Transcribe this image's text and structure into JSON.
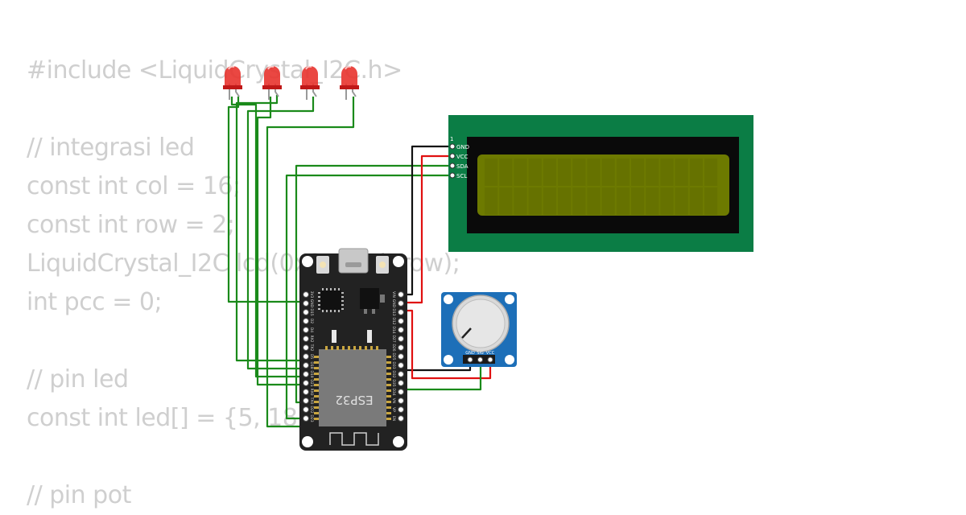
{
  "code_lines": [
    "#include <LiquidCrystal_I2C.h>",
    "",
    "// integrasi led",
    "const int col = 16;",
    "const int row = 2;",
    "LiquidCrystal_I2C lcd(0x27, col, row);",
    "int pcc = 0;",
    "",
    "// pin led",
    "const int led[] = {5, 18, 19, 23};",
    "",
    "// pin pot"
  ],
  "lcd": {
    "pin1_label": "1",
    "pins": [
      "GND",
      "VCC",
      "SDA",
      "SCL"
    ]
  },
  "esp32": {
    "chip_label": "ESP32",
    "left_pins": [
      "3V3",
      "GND",
      "D15",
      "D2",
      "D4",
      "RX2",
      "TX2",
      "D5",
      "D18",
      "D19",
      "D21",
      "RX0",
      "TX0",
      "D22",
      "D23"
    ],
    "right_pins": [
      "VIN",
      "GND",
      "D13",
      "D12",
      "D14",
      "D27",
      "D26",
      "D25",
      "D33",
      "D32",
      "D35",
      "D34",
      "VN",
      "VP",
      "EN"
    ]
  },
  "potentiometer": {
    "pins": [
      "GND",
      "SIG",
      "VCC"
    ]
  },
  "colors": {
    "wire_green": "#1a8a1a",
    "wire_red": "#e01010",
    "wire_black": "#111111",
    "led_red": "#e8332e",
    "lcd_pcb": "#0b7d45",
    "lcd_screen": "#6d7a00",
    "esp_board": "#222222",
    "pot_board": "#1d6fb8"
  }
}
